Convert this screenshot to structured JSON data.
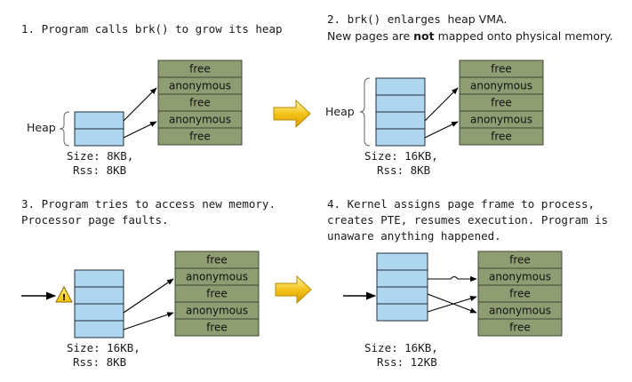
{
  "panels": [
    {
      "caption_lines": [
        [
          {
            "text": "1. Program calls brk() to grow its heap",
            "font": "mono"
          }
        ]
      ],
      "heap_label": "Heap",
      "size_line": "Size: 8KB,",
      "rss_line": "Rss: 8KB"
    },
    {
      "caption_lines": [
        [
          {
            "text": "2. brk() enlarges ",
            "font": "mono"
          },
          {
            "text": "heap VMA.",
            "font": "sans"
          }
        ],
        [
          {
            "text": "New pages are ",
            "font": "sans"
          },
          {
            "text": "not",
            "font": "sans-bold"
          },
          {
            "text": " mapped onto physical memory.",
            "font": "sans"
          }
        ]
      ],
      "heap_label": "Heap",
      "size_line": "Size: 16KB,",
      "rss_line": "Rss: 8KB"
    },
    {
      "caption_lines": [
        [
          {
            "text": "3. Program tries to access new memory.",
            "font": "mono"
          }
        ],
        [
          {
            "text": "Processor page faults.",
            "font": "mono"
          }
        ]
      ],
      "size_line": "Size: 16KB,",
      "rss_line": "Rss: 8KB",
      "warning_glyph": "!"
    },
    {
      "caption_lines": [
        [
          {
            "text": "4. Kernel assigns page frame to process,",
            "font": "mono"
          }
        ],
        [
          {
            "text": "creates PTE, resumes execution. Program is",
            "font": "mono"
          }
        ],
        [
          {
            "text": "unaware anything happened.",
            "font": "mono"
          }
        ]
      ],
      "size_line": "Size: 16KB,",
      "rss_line": "Rss: 12KB"
    }
  ],
  "physical_frames": [
    "free",
    "anonymous",
    "free",
    "anonymous",
    "free"
  ],
  "colors": {
    "frame_fill": "#8f9e72",
    "heap_fill": "#aed7ef",
    "transition_arrow": "#f2c20a"
  },
  "icons": {
    "transition_arrow": "right-block-arrow-icon",
    "warning": "warning-triangle-icon",
    "access_arrow": "right-arrow-icon"
  }
}
